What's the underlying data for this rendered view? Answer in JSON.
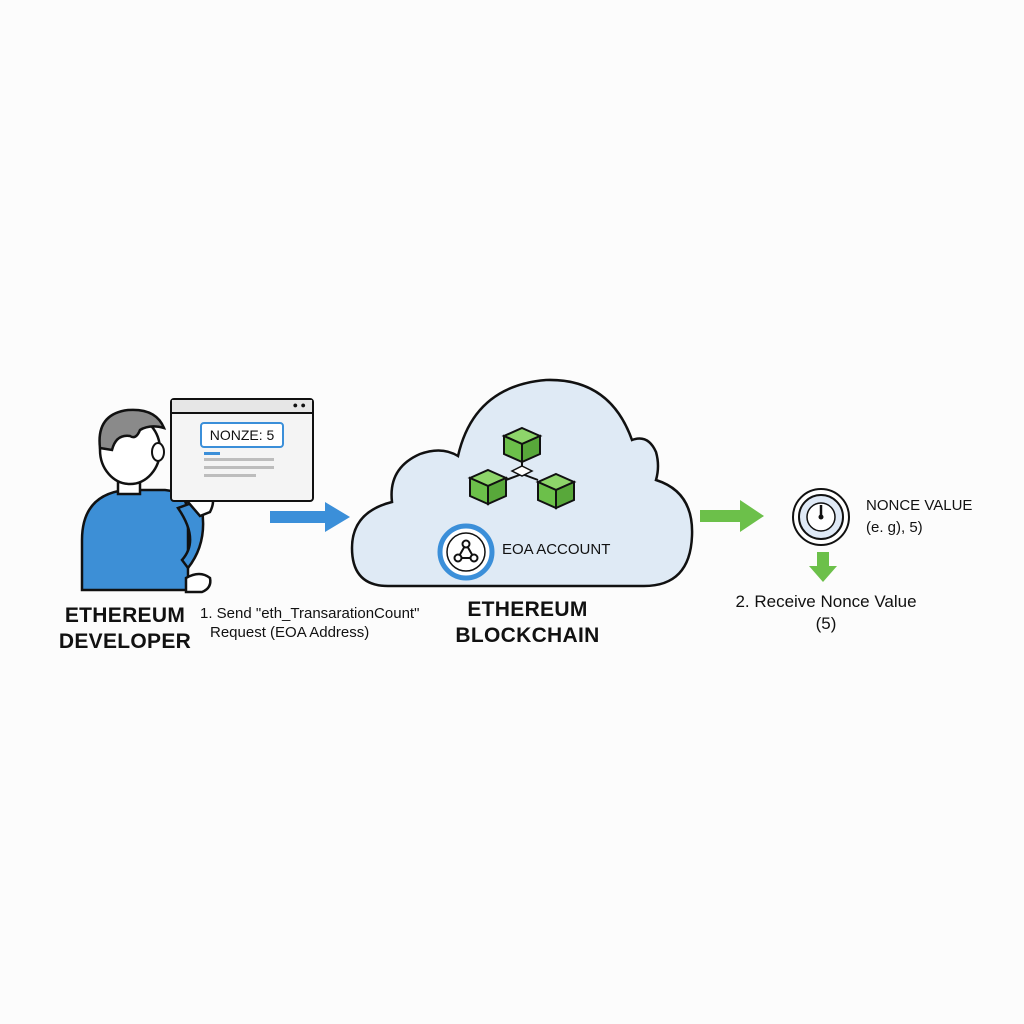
{
  "developer": {
    "label_line1": "ETHEREUM",
    "label_line2": "DEVELOPER",
    "screen_badge": "NONZE: 5"
  },
  "step1": {
    "line1": "1. Send \"eth_TransarationCount\"",
    "line2": "Request (EOA Address)"
  },
  "blockchain": {
    "label_line1": "ETHEREUM",
    "label_line2": "BLOCKCHAIN",
    "account_label": "EOA ACCOUNT"
  },
  "nonce": {
    "title": "NONCE VALUE",
    "example": "(e. g), 5)"
  },
  "step2": {
    "line1": "2. Receive Nonce Value",
    "line2": "(5)"
  },
  "colors": {
    "blue_arrow": "#3b8fd9",
    "green_arrow": "#6cc04a",
    "cloud_fill": "#dfeaf5",
    "cube_green": "#6cc04a",
    "person_shirt": "#3d8fd6",
    "hair": "#8a8a8a"
  }
}
